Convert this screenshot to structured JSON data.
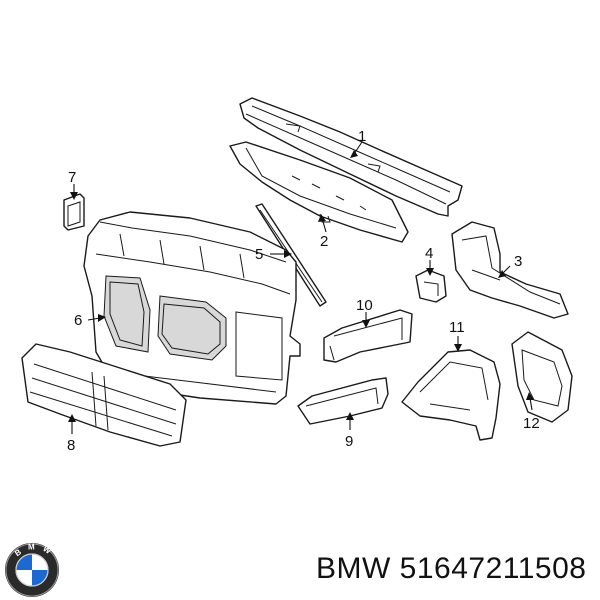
{
  "callouts": {
    "c1": "1",
    "c2": "2",
    "c3": "3",
    "c4": "4",
    "c5": "5",
    "c6": "6",
    "c7": "7",
    "c8": "8",
    "c9": "9",
    "c10": "10",
    "c11": "11",
    "c12": "12"
  },
  "footer": {
    "brand": "BMW",
    "part_number": "51647211508"
  },
  "logo": {
    "text": "BMW",
    "colors": {
      "blue": "#1c69d4",
      "white": "#ffffff",
      "ring": "#2a2a2a"
    }
  },
  "icon_names": [
    "bmw-logo-icon"
  ]
}
